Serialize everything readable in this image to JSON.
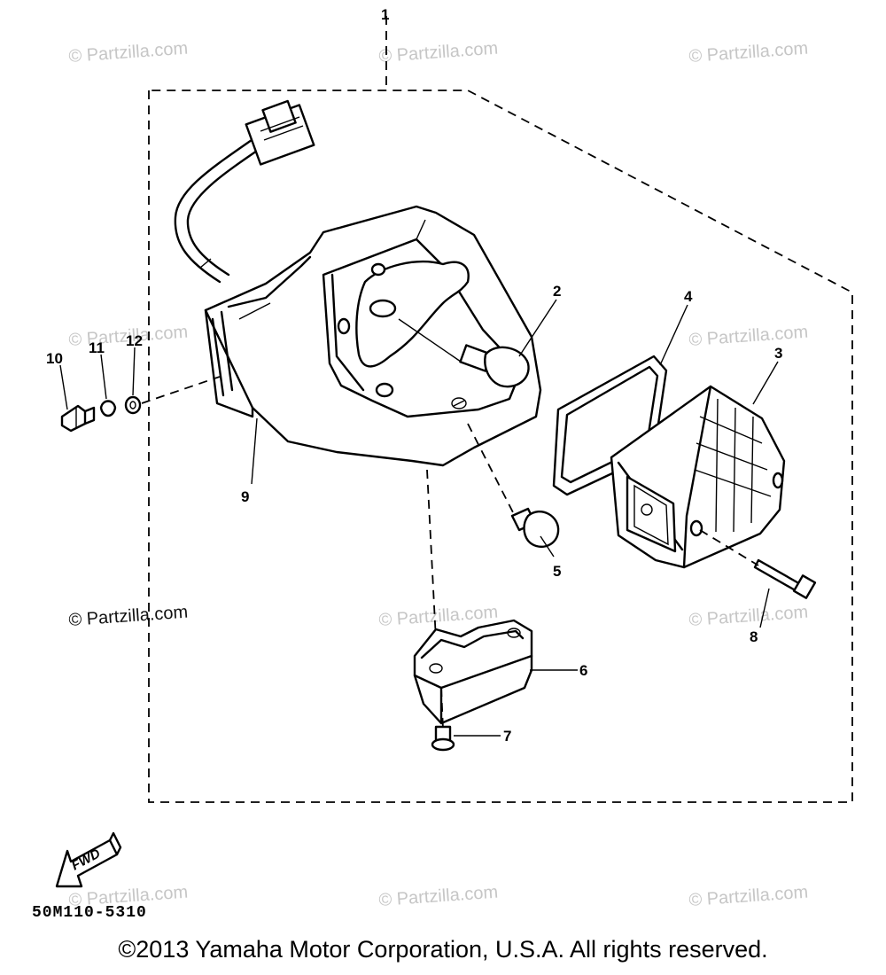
{
  "callouts": {
    "c1": "1",
    "c2": "2",
    "c3": "3",
    "c4": "4",
    "c5": "5",
    "c6": "6",
    "c7": "7",
    "c8": "8",
    "c9": "9",
    "c10": "10",
    "c11": "11",
    "c12": "12"
  },
  "watermark": "© Partzilla.com",
  "fwd_label": "FWD",
  "part_code": "50M110-5310",
  "copyright": "©2013 Yamaha Motor Corporation, U.S.A. All rights reserved."
}
